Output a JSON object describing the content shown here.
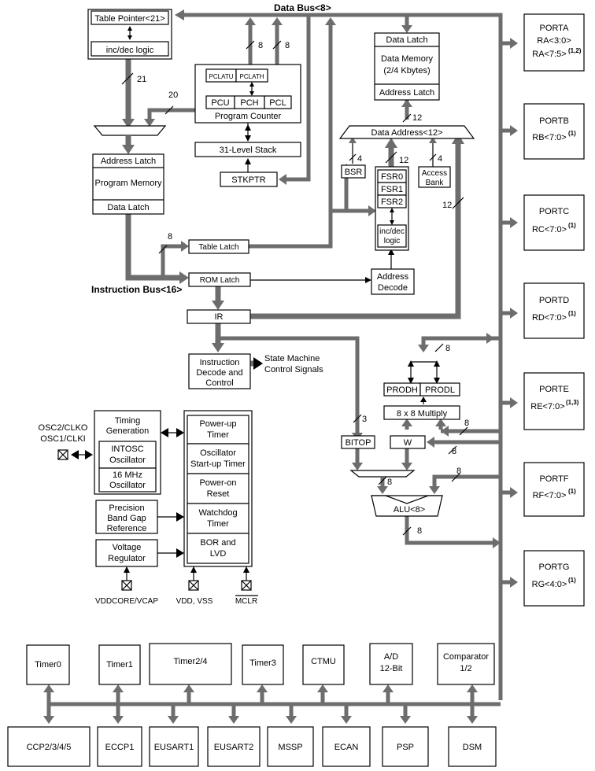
{
  "buses": {
    "data_bus": "Data Bus<8>",
    "instruction_bus": "Instruction Bus<16>"
  },
  "bus_widths": {
    "w8": "8",
    "w12": "12",
    "w4": "4",
    "w3": "3",
    "w20": "20",
    "w21": "21"
  },
  "table_pointer": {
    "title": "Table Pointer<21>",
    "logic": "inc/dec logic"
  },
  "program_counter": {
    "pclatu": "PCLATU",
    "pclath": "PCLATH",
    "pcu": "PCU",
    "pch": "PCH",
    "pcl": "PCL",
    "title": "Program Counter"
  },
  "stack": "31-Level Stack",
  "stkptr": "STKPTR",
  "program_memory": {
    "address_latch": "Address Latch",
    "title": "Program Memory",
    "data_latch": "Data Latch"
  },
  "data_memory": {
    "data_latch": "Data Latch",
    "title_line1": "Data Memory",
    "title_line2": "(2/4 Kbytes)",
    "address_latch": "Address Latch"
  },
  "data_address": "Data Address<12>",
  "bsr": "BSR",
  "fsr": {
    "fsr0": "FSR0",
    "fsr1": "FSR1",
    "fsr2": "FSR2",
    "logic_line1": "inc/dec",
    "logic_line2": "logic"
  },
  "access_bank": {
    "line1": "Access",
    "line2": "Bank"
  },
  "table_latch": "Table Latch",
  "rom_latch": "ROM Latch",
  "address_decode": {
    "line1": "Address",
    "line2": "Decode"
  },
  "ir": "IR",
  "instruction_decode": {
    "line1": "Instruction",
    "line2": "Decode and",
    "line3": "Control"
  },
  "state_machine": {
    "line1": "State Machine",
    "line2": "Control Signals"
  },
  "timing": {
    "title_line1": "Timing",
    "title_line2": "Generation",
    "intosc_line1": "INTOSC",
    "intosc_line2": "Oscillator",
    "mhz_line1": "16 MHz",
    "mhz_line2": "Oscillator"
  },
  "osc_pins": {
    "line1": "OSC2/CLKO",
    "line2": "OSC1/CLKI"
  },
  "bandgap": {
    "line1": "Precision",
    "line2": "Band Gap",
    "line3": "Reference"
  },
  "voltage_regulator": {
    "line1": "Voltage",
    "line2": "Regulator"
  },
  "reset_block": {
    "powerup_line1": "Power-up",
    "powerup_line2": "Timer",
    "osc_startup_line1": "Oscillator",
    "osc_startup_line2": "Start-up Timer",
    "poweron_line1": "Power-on",
    "poweron_line2": "Reset",
    "watchdog_line1": "Watchdog",
    "watchdog_line2": "Timer",
    "bor_line1": "BOR and",
    "bor_line2": "LVD"
  },
  "pins": {
    "vddcore": "VDDCORE/VCAP",
    "vdd": "VDD, VSS",
    "mclr": "MCLR"
  },
  "multiplier": {
    "prodh": "PRODH",
    "prodl": "PRODL",
    "mult": "8 x 8 Multiply"
  },
  "bitop": "BITOP",
  "w_reg": "W",
  "alu": "ALU<8>",
  "ports": [
    {
      "name": "PORTA",
      "pins_line1": "RA<3:0>",
      "pins_line2": "RA<7:5>",
      "note2": "(1,2)"
    },
    {
      "name": "PORTB",
      "pins_line1": "RB<7:0>",
      "note1": "(1)"
    },
    {
      "name": "PORTC",
      "pins_line1": "RC<7:0>",
      "note1": "(1)"
    },
    {
      "name": "PORTD",
      "pins_line1": "RD<7:0>",
      "note1": "(1)"
    },
    {
      "name": "PORTE",
      "pins_line1": "RE<7:0>",
      "note1": "(1,3)"
    },
    {
      "name": "PORTF",
      "pins_line1": "RF<7:0>",
      "note1": "(1)"
    },
    {
      "name": "PORTG",
      "pins_line1": "RG<4:0>",
      "note1": "(1)"
    }
  ],
  "peripherals_top": [
    {
      "line1": "Timer0"
    },
    {
      "line1": "Timer1"
    },
    {
      "line1": "Timer2/4"
    },
    {
      "line1": "Timer3"
    },
    {
      "line1": "CTMU"
    },
    {
      "line1": "A/D",
      "line2": "12-Bit"
    },
    {
      "line1": "Comparator",
      "line2": "1/2"
    }
  ],
  "peripherals_bottom": [
    {
      "line1": "CCP2/3/4/5"
    },
    {
      "line1": "ECCP1"
    },
    {
      "line1": "EUSART1"
    },
    {
      "line1": "EUSART2"
    },
    {
      "line1": "MSSP"
    },
    {
      "line1": "ECAN"
    },
    {
      "line1": "PSP"
    },
    {
      "line1": "DSM"
    }
  ]
}
